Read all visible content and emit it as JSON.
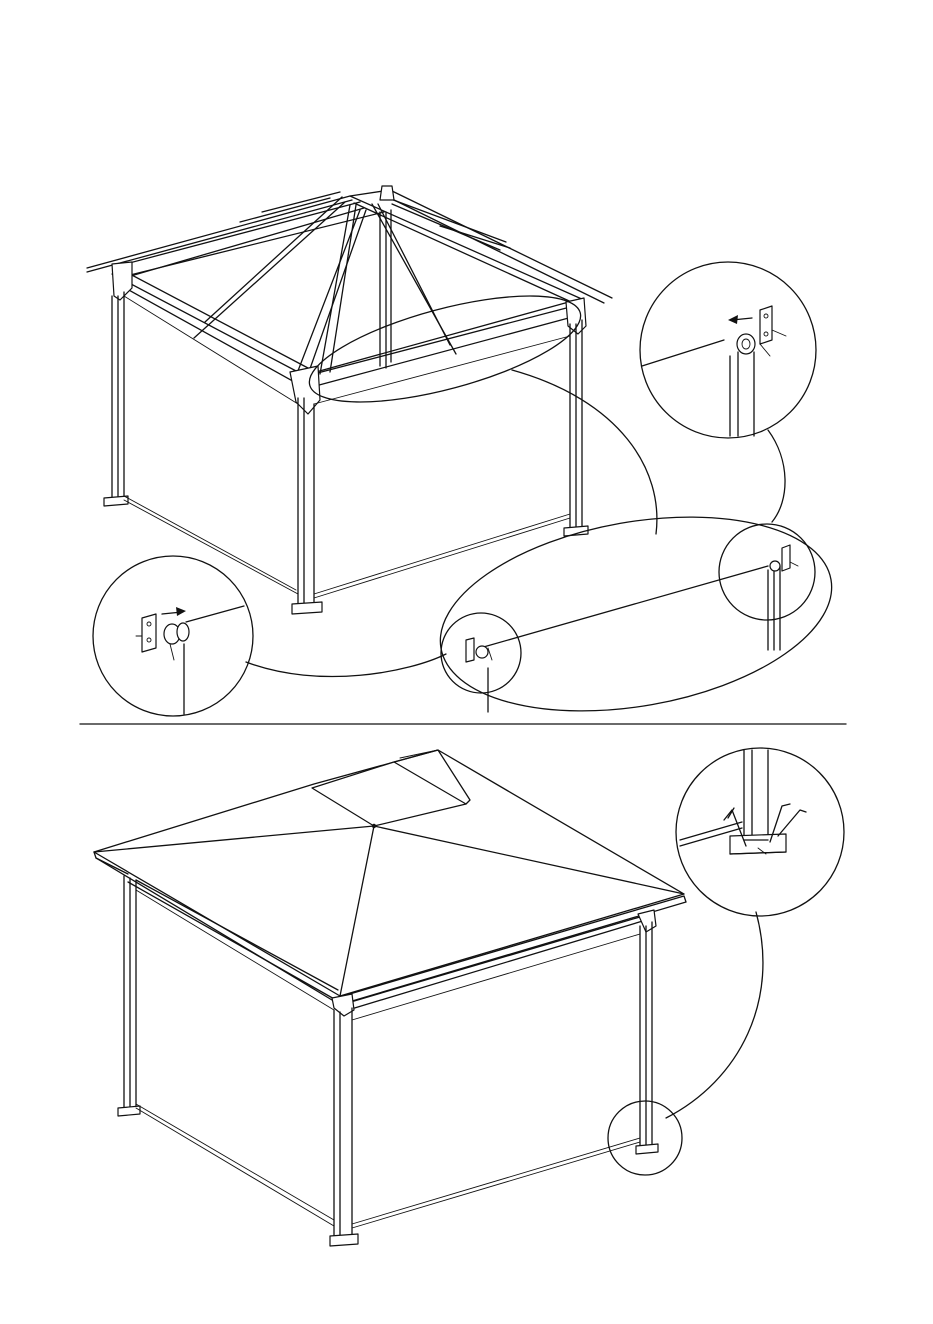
{
  "page": {
    "description_type": "assembly-instruction-sheet",
    "text_labels": []
  },
  "steps": [
    {
      "id": "step-attach-side-panels",
      "detail_callouts": 4
    },
    {
      "id": "step-anchor-to-ground",
      "detail_callouts": 1
    }
  ],
  "colors": {
    "ink": "#111111",
    "paper": "#ffffff"
  },
  "icons": [
    "arrow-icon",
    "bracket-icon",
    "ground-stake-icon",
    "roller-icon"
  ]
}
